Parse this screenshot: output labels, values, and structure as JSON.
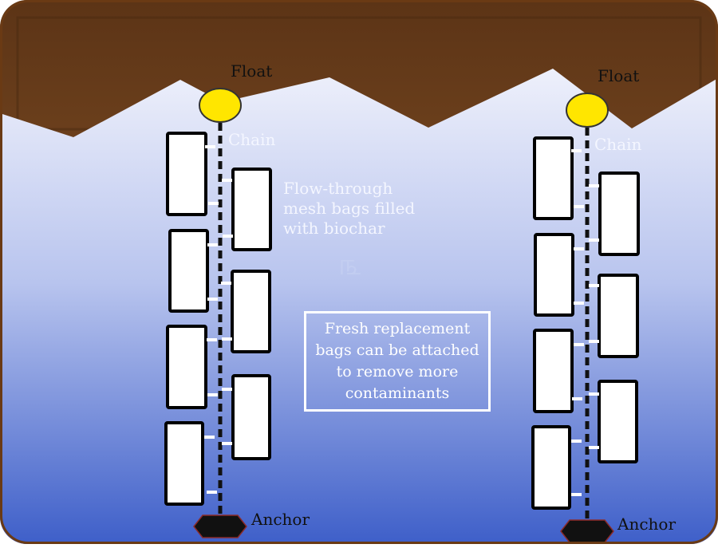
{
  "labels": {
    "float_left": "Float",
    "float_right": "Float",
    "chain_left": "Chain",
    "chain_right": "Chain",
    "bags_callout": [
      "Flow-through",
      "mesh bags filled",
      "with biochar"
    ],
    "anchor_left": "Anchor",
    "anchor_right": "Anchor"
  },
  "info_box": [
    "Fresh replacement",
    "bags can be attached",
    "to remove more",
    "contaminants"
  ],
  "watermark_glyph": "௩",
  "colors": {
    "sediment": "#7a4a22",
    "water_top": "#eef0fb",
    "water_bottom": "#3e5fc9",
    "float": "#ffe600",
    "anchor": "#111111",
    "bag_fill": "#ffffff",
    "bag_stroke": "#000000",
    "chain": "#111111"
  }
}
